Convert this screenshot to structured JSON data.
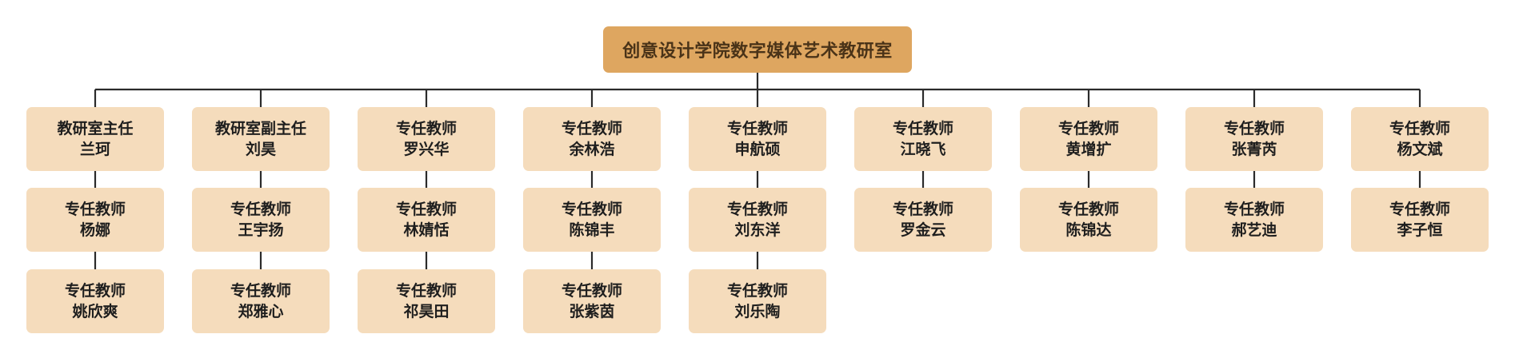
{
  "title": "创意设计学院数字媒体艺术教研室",
  "columns": [
    [
      {
        "role": "教研室主任",
        "name": "兰珂"
      },
      {
        "role": "专任教师",
        "name": "杨娜"
      },
      {
        "role": "专任教师",
        "name": "姚欣爽"
      }
    ],
    [
      {
        "role": "教研室副主任",
        "name": "刘昊"
      },
      {
        "role": "专任教师",
        "name": "王宇扬"
      },
      {
        "role": "专任教师",
        "name": "郑雅心"
      }
    ],
    [
      {
        "role": "专任教师",
        "name": "罗兴华"
      },
      {
        "role": "专任教师",
        "name": "林婧恬"
      },
      {
        "role": "专任教师",
        "name": "祁昊田"
      }
    ],
    [
      {
        "role": "专任教师",
        "name": "余林浩"
      },
      {
        "role": "专任教师",
        "name": "陈锦丰"
      },
      {
        "role": "专任教师",
        "name": "张紫茵"
      }
    ],
    [
      {
        "role": "专任教师",
        "name": "申航硕"
      },
      {
        "role": "专任教师",
        "name": "刘东洋"
      },
      {
        "role": "专任教师",
        "name": "刘乐陶"
      }
    ],
    [
      {
        "role": "专任教师",
        "name": "江晓飞"
      },
      {
        "role": "专任教师",
        "name": "罗金云"
      }
    ],
    [
      {
        "role": "专任教师",
        "name": "黄增扩"
      },
      {
        "role": "专任教师",
        "name": "陈锦达"
      }
    ],
    [
      {
        "role": "专任教师",
        "name": "张菁芮"
      },
      {
        "role": "专任教师",
        "name": "郝艺迪"
      }
    ],
    [
      {
        "role": "专任教师",
        "name": "杨文斌"
      },
      {
        "role": "专任教师",
        "name": "李子恒"
      }
    ]
  ],
  "colors": {
    "root_fill": "#dea660",
    "node_fill": "#f5dcbc",
    "connector": "#2b2b2b"
  }
}
